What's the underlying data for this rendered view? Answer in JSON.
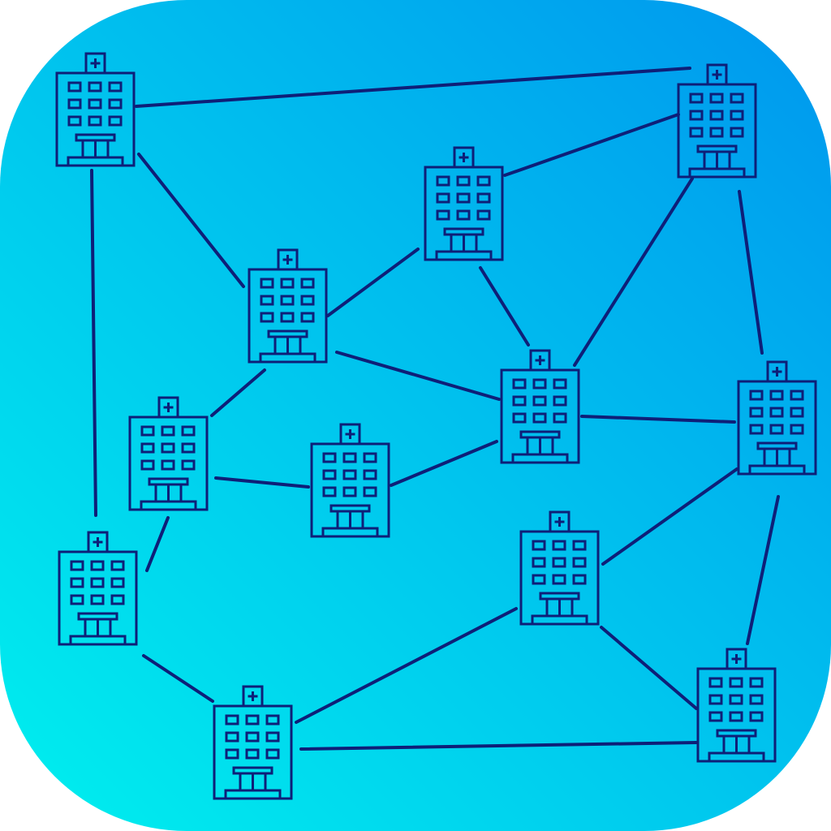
{
  "icon": {
    "gradient_start": "#00F0EE",
    "gradient_end": "#0096EE",
    "line_color": "#0E1F78",
    "building_icon": "hospital-icon"
  },
  "network": {
    "nodes": [
      {
        "id": "n1"
      },
      {
        "id": "n2"
      },
      {
        "id": "n3"
      },
      {
        "id": "n4"
      },
      {
        "id": "n5"
      },
      {
        "id": "n6"
      },
      {
        "id": "n7"
      },
      {
        "id": "n8"
      },
      {
        "id": "n9"
      },
      {
        "id": "n10"
      },
      {
        "id": "n11"
      },
      {
        "id": "n12"
      },
      {
        "id": "n13"
      }
    ],
    "links": [
      [
        "n1",
        "n2"
      ],
      [
        "n1",
        "n4"
      ],
      [
        "n1",
        "n7"
      ],
      [
        "n2",
        "n3"
      ],
      [
        "n2",
        "n5"
      ],
      [
        "n2",
        "n6"
      ],
      [
        "n3",
        "n4"
      ],
      [
        "n3",
        "n5"
      ],
      [
        "n4",
        "n5"
      ],
      [
        "n4",
        "n8"
      ],
      [
        "n5",
        "n6"
      ],
      [
        "n5",
        "n9"
      ],
      [
        "n6",
        "n11"
      ],
      [
        "n6",
        "n13"
      ],
      [
        "n8",
        "n9"
      ],
      [
        "n8",
        "n7"
      ],
      [
        "n7",
        "n12"
      ],
      [
        "n10",
        "n6"
      ],
      [
        "n10",
        "n12"
      ],
      [
        "n10",
        "n13"
      ],
      [
        "n12",
        "n13"
      ]
    ]
  }
}
